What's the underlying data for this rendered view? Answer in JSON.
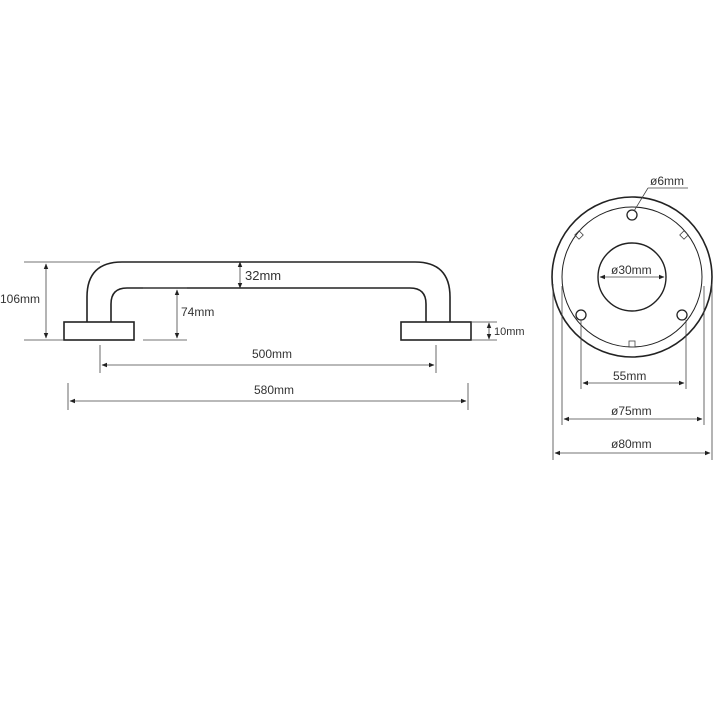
{
  "side_view": {
    "overall_height": "106mm",
    "tube_diameter": "32mm",
    "clear_height": "74mm",
    "base_thickness": "10mm",
    "inner_span": "500mm",
    "overall_length": "580mm"
  },
  "top_view": {
    "hole_diameter": "ø6mm",
    "center_hole_diameter": "ø30mm",
    "hole_spacing": "55mm",
    "inner_diameter": "ø75mm",
    "outer_diameter": "ø80mm"
  }
}
